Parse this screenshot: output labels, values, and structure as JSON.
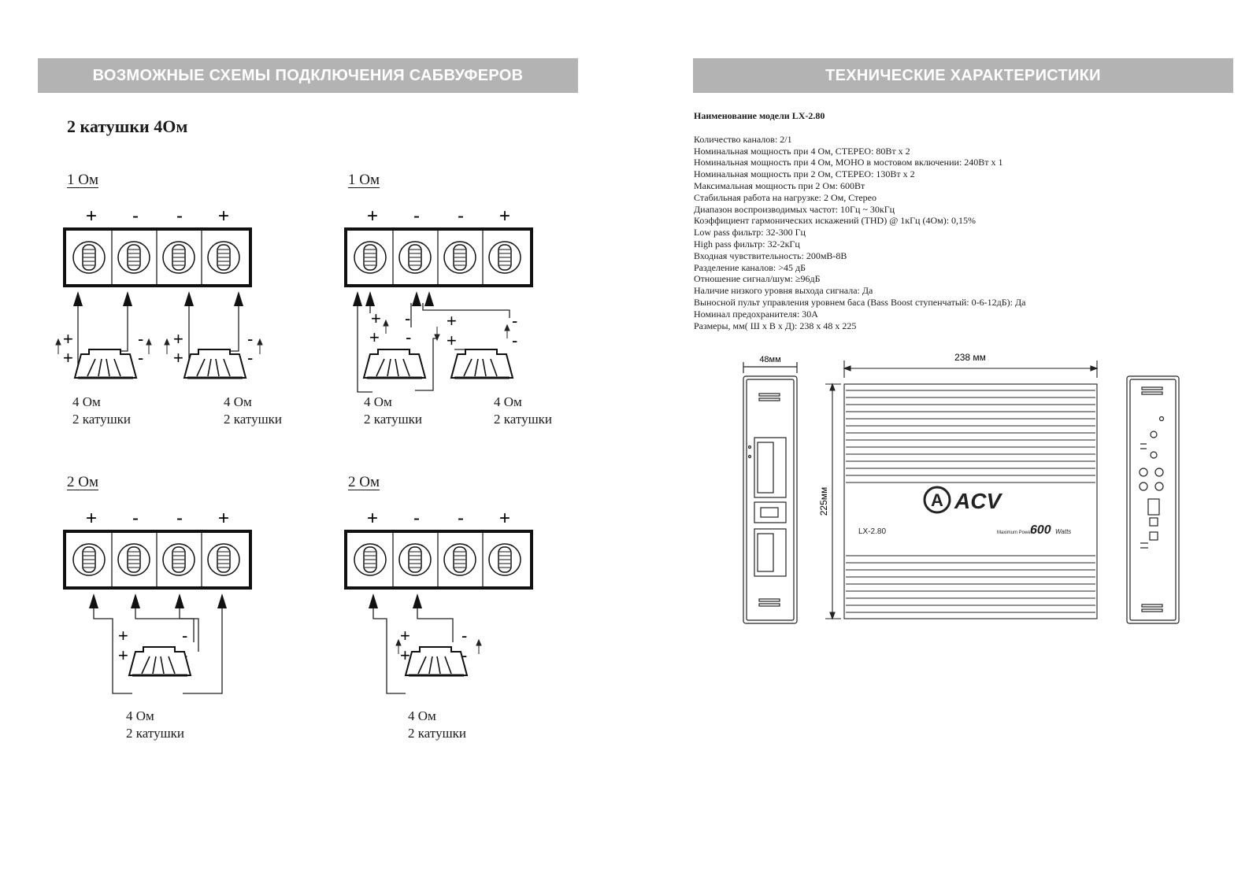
{
  "left": {
    "banner": "ВОЗМОЖНЫЕ СХЕМЫ ПОДКЛЮЧЕНИЯ САБВУФЕРОВ",
    "subtitle": "2 катушки 4Ом",
    "terminal_signs": [
      "+",
      "-",
      "-",
      "+"
    ],
    "diagrams": [
      {
        "label": "1 Ом",
        "subs": [
          {
            "ohm": "4 Ом",
            "coils": "2 катушки"
          },
          {
            "ohm": "4 Ом",
            "coils": "2 катушки"
          }
        ]
      },
      {
        "label": "1 Ом",
        "subs": [
          {
            "ohm": "4 Ом",
            "coils": "2 катушки"
          },
          {
            "ohm": "4 Ом",
            "coils": "2 катушки"
          }
        ]
      },
      {
        "label": "2 Ом",
        "subs": [
          {
            "ohm": "4 Ом",
            "coils": "2 катушки"
          }
        ]
      },
      {
        "label": "2 Ом",
        "subs": [
          {
            "ohm": "4 Ом",
            "coils": "2 катушки"
          }
        ]
      }
    ]
  },
  "right": {
    "banner": "ТЕХНИЧЕСКИЕ ХАРАКТЕРИСТИКИ",
    "model": "Наименование модели LX-2.80",
    "specs": [
      "Количество каналов: 2/1",
      "Номинальная мощность при 4 Ом, СТЕРЕО: 80Вт х 2",
      "Номинальная мощность при 4 Ом, МОНО в мостовом включении: 240Вт х 1",
      "Номинальная мощность при 2 Ом, СТЕРЕО: 130Вт х 2",
      "Максимальная мощность при 2 Ом: 600Вт",
      "Стабильная работа на нагрузке: 2 Ом, Стерео",
      "Диапазон воспроизводимых частот: 10Гц ~ 30кГц",
      "Коэффициент гармонических искажений (THD) @ 1кГц (4Ом): 0,15%",
      "Low pass фильтр: 32-300 Гц",
      "High pass фильтр: 32-2кГц",
      "Входная чувствительность: 200мВ-8В",
      "Разделение каналов: >45 дБ",
      "Отношение сигнал/шум: ≥96дБ",
      "Наличие низкого уровня выхода сигнала: Да",
      "Выносной пульт управления уровнем баса (Bass Boost ступенчатый: 0-6-12дБ): Да",
      "Номинал предохранителя: 30А",
      "Размеры, мм( Ш х В х Д): 238 х 48 х 225"
    ],
    "drawing": {
      "width_label": "48мм",
      "length_label": "238 мм",
      "depth_label": "225мм",
      "brand": "ACV",
      "model_text": "LX-2.80",
      "power_prefix": "Maximum Power",
      "power_value": "600",
      "power_unit": "Watts"
    }
  }
}
